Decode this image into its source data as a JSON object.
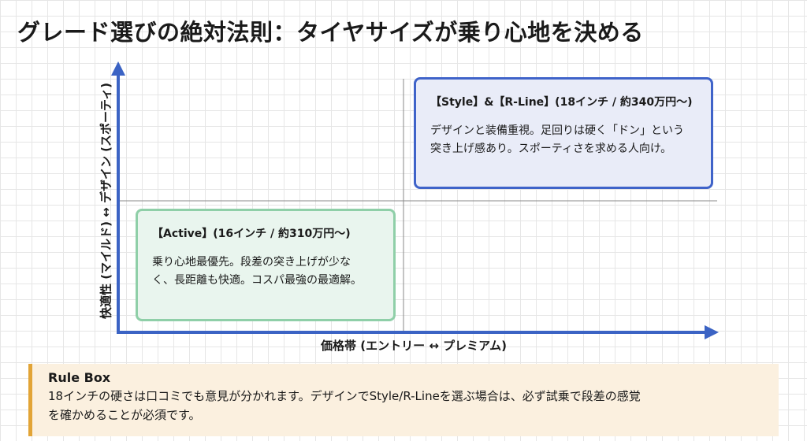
{
  "title": "グレード選びの絶対法則：タイヤサイズが乗り心地を決める",
  "axes": {
    "x_label": "価格帯 (エントリー ↔ プレミアム)",
    "y_label": "快適性 (マイルド) ↔ デザイン (スポーティ)"
  },
  "cards": {
    "active": {
      "title": "【Active】(16インチ / 約310万円〜)",
      "desc_line1": "乗り心地最優先。段差の突き上げが少な",
      "desc_line2": "く、長距離も快適。コスパ最強の最適解。"
    },
    "style": {
      "title": "【Style】&【R-Line】(18インチ / 約340万円〜)",
      "desc_line1": "デザインと装備重視。足回りは硬く「ドン」という",
      "desc_line2": "突き上げ感あり。スポーティさを求める人向け。"
    }
  },
  "rule_box": {
    "title": "Rule Box",
    "line1": "18インチの硬さは口コミでも意見が分かれます。デザインでStyle/R-Lineを選ぶ場合は、必ず試乗で段差の感覚",
    "line2": "を確かめることが必須です。"
  },
  "colors": {
    "axis": "#3b63c4",
    "active_border": "#8fcfa8",
    "active_fill": "#e9f5ee",
    "style_border": "#3f63c9",
    "style_fill": "#e9ecf8",
    "rule_accent": "#e2a436",
    "rule_fill": "#fbf0df"
  }
}
